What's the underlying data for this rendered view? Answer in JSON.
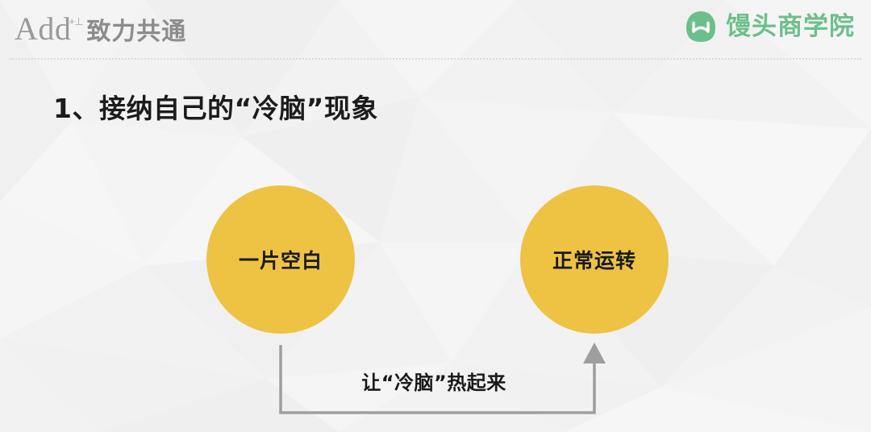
{
  "header": {
    "left_brand": {
      "name": "Add",
      "superscript": "+⊥",
      "cn_slogan": "致力共通"
    },
    "right_brand": {
      "logo_icon": "mantou-bun-m-logo-icon",
      "name": "馒头商学院",
      "color": "#6cbf8b"
    }
  },
  "slide": {
    "title": "1、接纳自己的“冷脑”现象",
    "background_color": "#f2f2f2"
  },
  "diagram": {
    "accent_color": "#eec243",
    "connector_color": "#9e9e9e",
    "nodes": [
      {
        "id": "left",
        "label": "一片空白"
      },
      {
        "id": "right",
        "label": "正常运转"
      }
    ],
    "connector": {
      "label": "让“冷脑”热起来",
      "direction": "left-to-right",
      "arrowhead": "up-arrow-icon"
    }
  }
}
